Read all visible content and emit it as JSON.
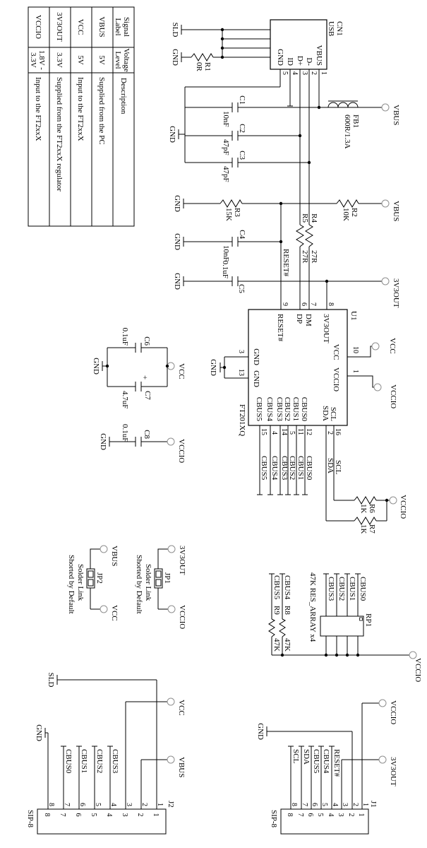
{
  "table": {
    "h": [
      [
        "Signal",
        "Label"
      ],
      [
        "Voltage",
        "Level"
      ],
      [
        "Description"
      ]
    ],
    "rows": [
      {
        "s": "VBUS",
        "v": "5V",
        "d": "Supplied from the PC"
      },
      {
        "s": "VCC",
        "v": "5V",
        "d": "Input to the FT2xxX"
      },
      {
        "s": "3V3OUT",
        "v": "3.3V",
        "d": "Supplied from the FT2xxX regulator"
      },
      {
        "s": "VCCIO",
        "v": "1.8V -",
        "v2": "3.3V",
        "d": "Input to the FT2xxX"
      }
    ]
  },
  "nets": {
    "vbus": "VBUS",
    "vcc": "VCC",
    "vccio": "VCCIO",
    "v3out": "3V3OUT",
    "gnd": "GND",
    "sld": "SLD",
    "reset": "RESET#",
    "scl": "SCL",
    "sda": "SDA",
    "cbus": [
      "CBUS0",
      "CBUS1",
      "CBUS2",
      "CBUS3",
      "CBUS4",
      "CBUS5"
    ]
  },
  "cn1": {
    "ref": "CN1",
    "part": "USB",
    "nums": [
      "1",
      "2",
      "3",
      "4",
      "5"
    ],
    "labels": [
      "VBUS",
      "D-",
      "D+",
      "ID",
      "GND"
    ]
  },
  "parts": {
    "r1": [
      "R1",
      "0R"
    ],
    "r2": [
      "R2",
      "10K"
    ],
    "r3": [
      "R3",
      "15K"
    ],
    "r4": [
      "R4",
      "27R"
    ],
    "r5": [
      "R5",
      "27R"
    ],
    "r6": [
      "R6",
      "1K"
    ],
    "r7": [
      "R7",
      "1K"
    ],
    "r8": [
      "R8",
      "47K"
    ],
    "r9": [
      "R9",
      "47K"
    ],
    "c1": [
      "C1",
      "10nF"
    ],
    "c2": [
      "C2",
      "47pF"
    ],
    "c3": [
      "C3",
      "47pF"
    ],
    "c4": [
      "C4",
      "10nF"
    ],
    "c5": [
      "C5",
      "0.1uF"
    ],
    "c6": [
      "C6",
      "0.1uF"
    ],
    "c7": [
      "C7",
      "4.7uF"
    ],
    "c8": [
      "C8",
      "0.1uF"
    ],
    "fb1": [
      "FB1",
      "600R/1.3A"
    ],
    "plus": "+"
  },
  "u1": {
    "ref": "U1",
    "part": "FT201XQ",
    "left": [
      {
        "n": "8",
        "l": "3V3OUT"
      },
      {
        "n": "7",
        "l": "DM"
      },
      {
        "n": "6",
        "l": "DP"
      },
      {
        "n": "9",
        "l": "RESET#"
      }
    ],
    "top": [
      {
        "n": "10",
        "l": "VCC"
      },
      {
        "n": "1",
        "l": "VCCIO"
      }
    ],
    "bot": [
      {
        "n": "3",
        "l": "GND"
      },
      {
        "n": "13",
        "l": "GND"
      }
    ],
    "right": [
      {
        "n": "16",
        "l": "SCL"
      },
      {
        "n": "2",
        "l": "SDA"
      },
      {
        "n": "12",
        "l": "CBUS0"
      },
      {
        "n": "11",
        "l": "CBUS1"
      },
      {
        "n": "5",
        "l": "CBUS2"
      },
      {
        "n": "14",
        "l": "CBUS3"
      },
      {
        "n": "4",
        "l": "CBUS4"
      },
      {
        "n": "15",
        "l": "CBUS5"
      }
    ]
  },
  "rp1": {
    "ref": "RP1",
    "desc": "47K RES_ARRAY x4"
  },
  "jp": {
    "jp1": "JP1",
    "jp2": "JP2",
    "link": "Solder Link",
    "note": "Shorted by Default"
  },
  "conn": {
    "type": "SIP-8",
    "j1": "J1",
    "j2": "J2",
    "nums": [
      "1",
      "2",
      "3",
      "4",
      "5",
      "6",
      "7",
      "8"
    ]
  }
}
